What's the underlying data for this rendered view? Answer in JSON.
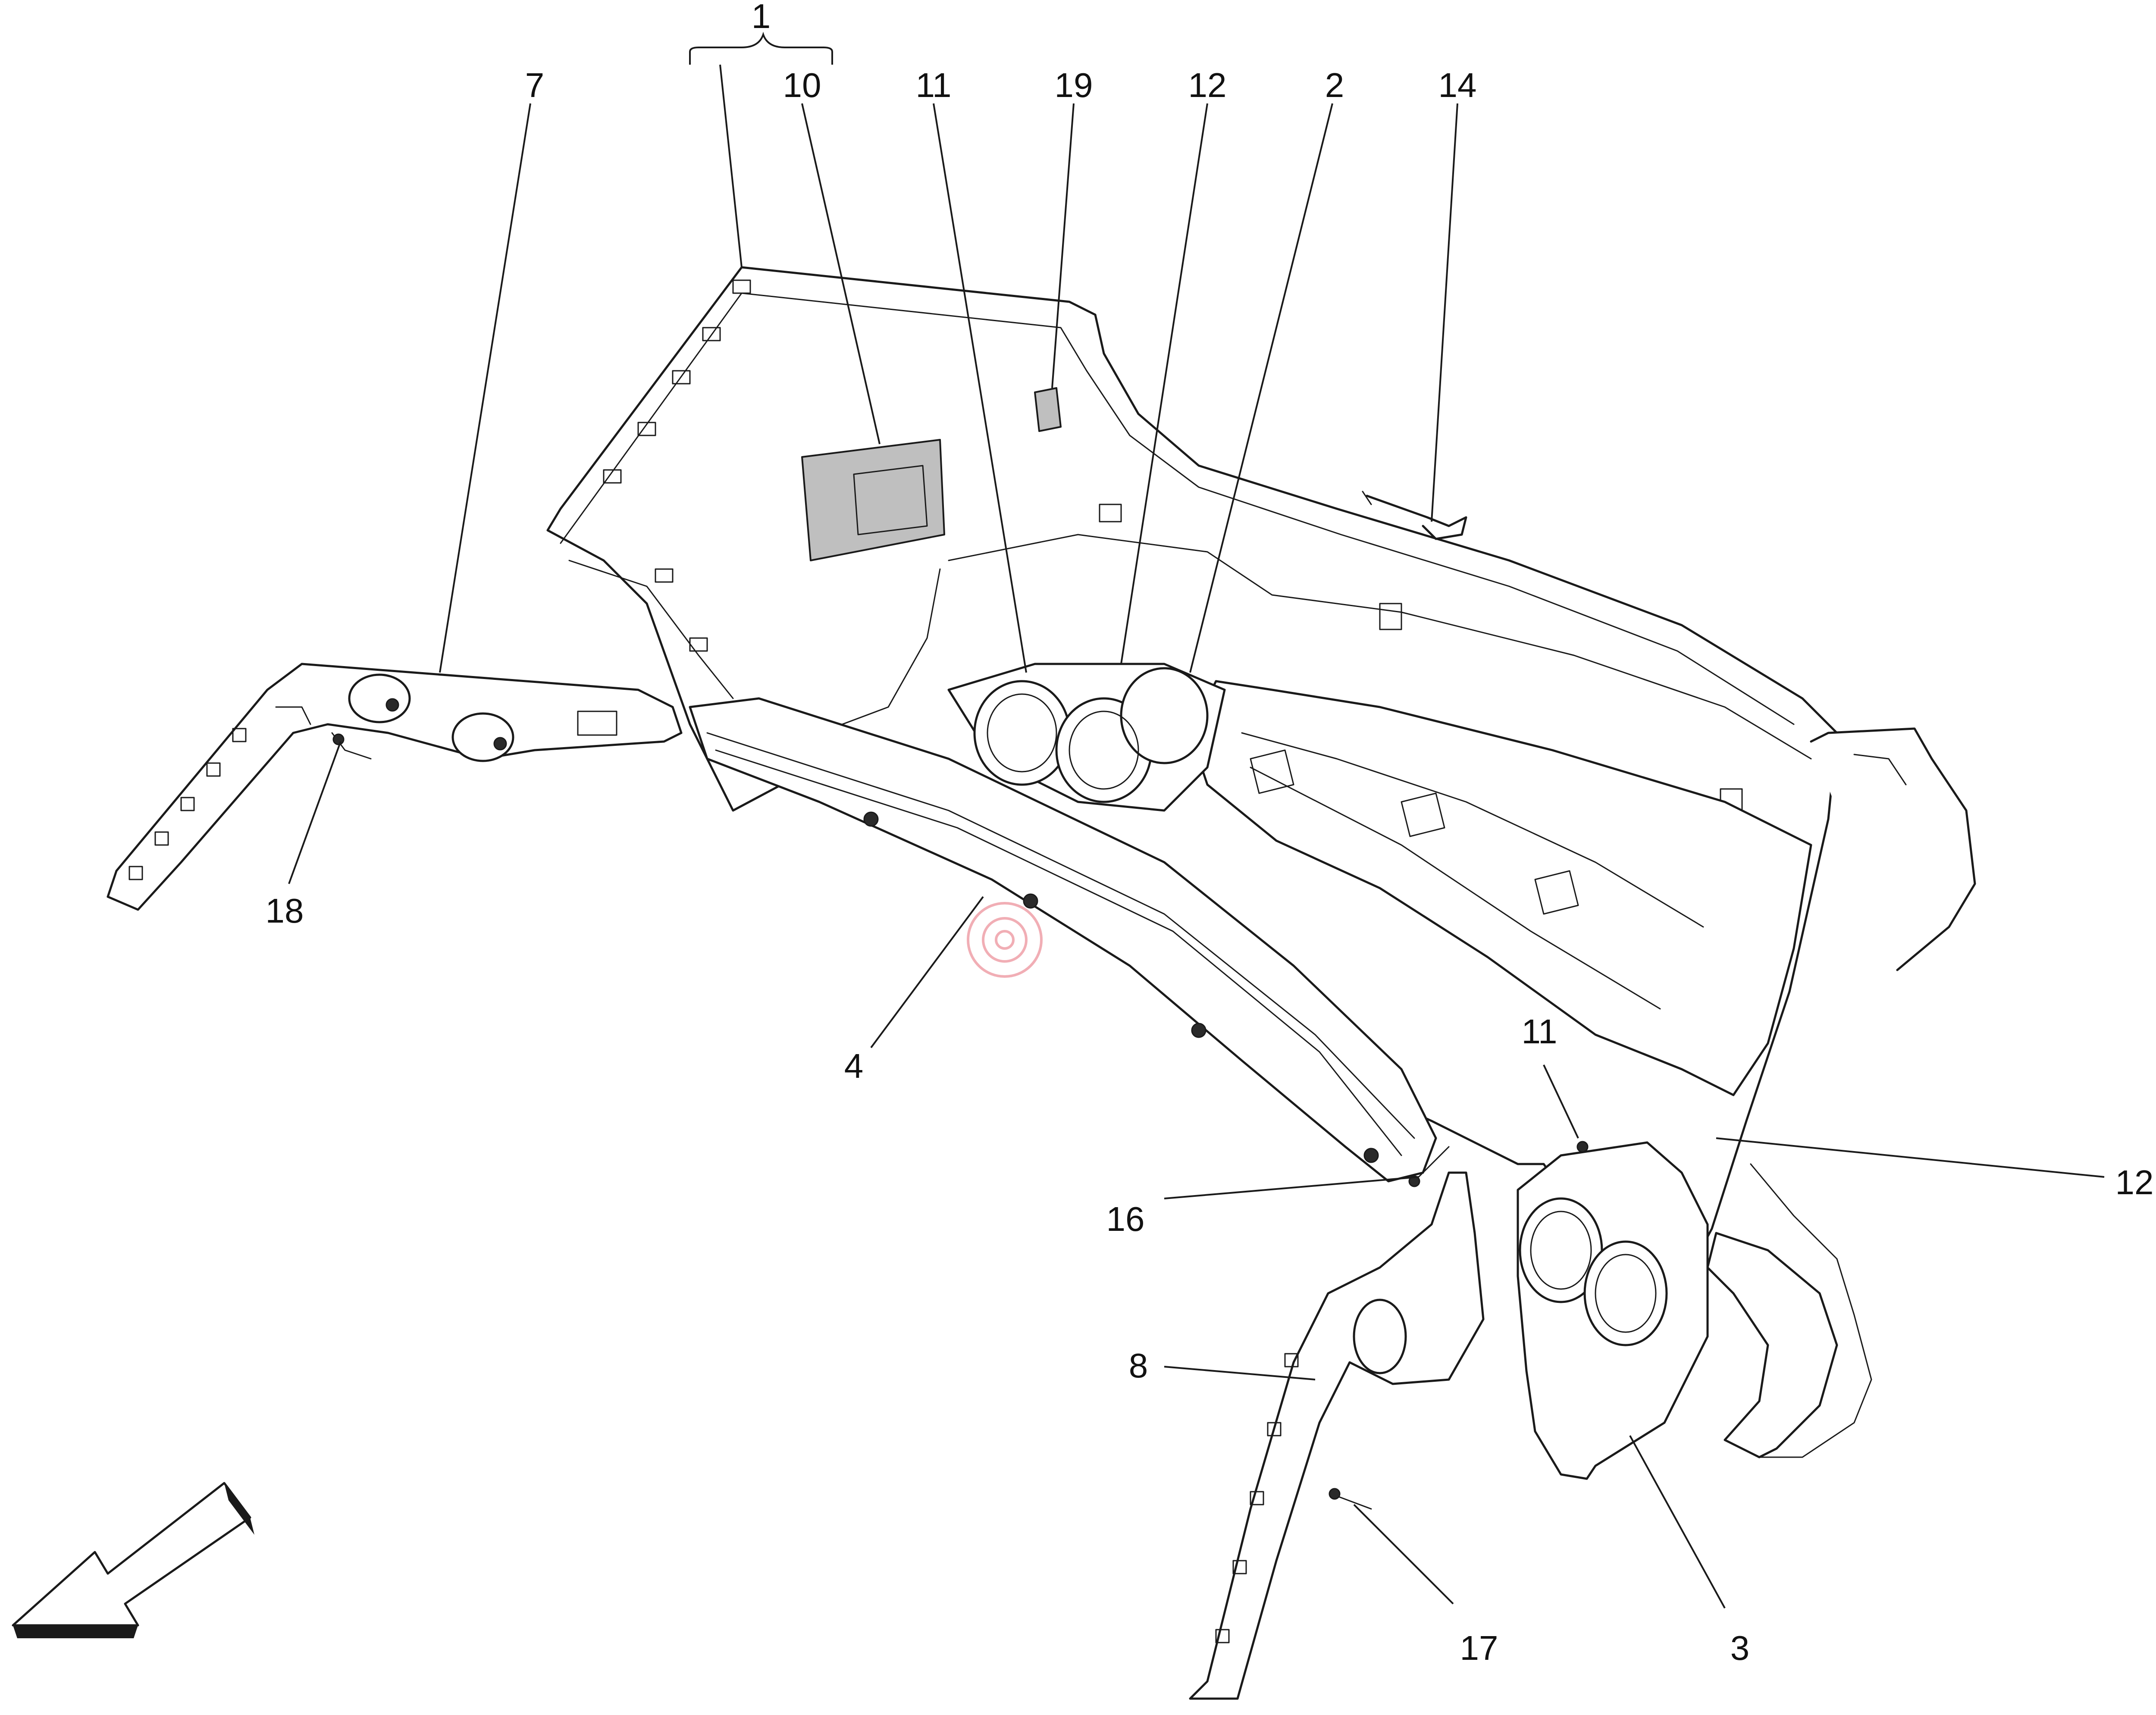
{
  "callouts": {
    "c1": "1",
    "c2": "2",
    "c3": "3",
    "c4": "4",
    "c7": "7",
    "c8": "8",
    "c10": "10",
    "c11_top": "11",
    "c11_right": "11",
    "c12_top": "12",
    "c12_right": "12",
    "c14": "14",
    "c16": "16",
    "c17": "17",
    "c18": "18",
    "c19": "19"
  },
  "icons": {
    "orientation_arrow": "direction-arrow-icon",
    "watermark": "watermark-logo-icon"
  },
  "colors": {
    "line": "#1a1a1a",
    "background": "#ffffff",
    "watermark": "#e14c5a"
  }
}
